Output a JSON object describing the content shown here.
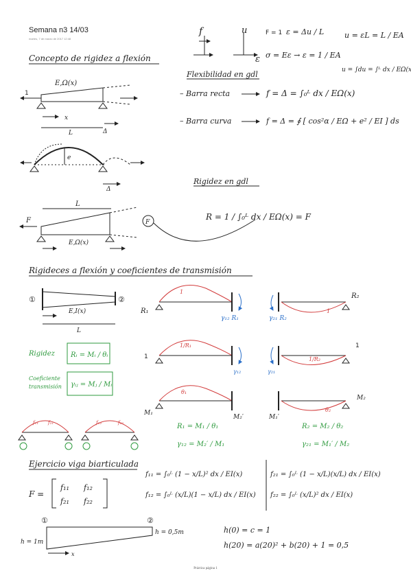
{
  "page": {
    "title": "Semana n3 14/03",
    "date": "martes, 7 de marzo de 2017  12:48",
    "footer": "Práctica página 1"
  },
  "notes": {
    "concepto": "Concepto de rigidez a flexión",
    "flexibilidad": "Flexibilidad en gdl",
    "barra_recta_label": "– Barra recta",
    "barra_recta_formula": "f = Δ = ∫₀ᴸ dx / EΩ(x)",
    "barra_curva_label": "– Barra curva",
    "barra_curva_formula": "f = Δ = ∮ [ cos²α / EΩ + e² / EI ] ds",
    "rigidez_gdl": "Rigidez en gdl",
    "rigidez_formula": "R = 1 / ∫₀ᴸ dx / EΩ(x) = F",
    "rigideces_coef": "Rigideces a flexión y coeficientes de transmisión",
    "rigidez_label": "Rigidez",
    "rigidez_def": "Rᵢ = Mᵢ / θᵢ",
    "coef_label_1": "Coeficiente",
    "coef_label_2": "transmisión",
    "coef_def": "γᵢⱼ = Mⱼ / Mᵢ",
    "r1_formula": "R₁ = M₁ / θ₁",
    "g12_formula": "γ₁₂ = M₂′ / M₁",
    "r2_formula": "R₂ = M₂ / θ₂",
    "g21_formula": "γ₂₁ = M₁′ / M₂",
    "ejercicio": "Ejercicio viga biarticulada",
    "F_matrix_lhs": "F =",
    "f11": "f₁₁",
    "f12": "f₁₂",
    "f21": "f₂₁",
    "f22": "f₂₂",
    "f11_eq": "f₁₁ = ∫₀ᴸ (1 − x/L)² dx / EI(x)",
    "f12_eq": "f₁₂ = ∫₀ᴸ (x/L)(1 − x/L) dx / EI(x)",
    "f21_eq": "f₂₁ = ∫₀ᴸ (1 − x/L)(x/L) dx / EI(x)",
    "f22_eq": "f₂₂ = ∫₀ᴸ (x/L)² dx / EI(x)",
    "h_left": "h = 1m",
    "h_right": "h = 0,5m",
    "h0_eq": "h(0) = c = 1",
    "h20_eq": "h(20) = a(20)² + b(20) + 1 = 0,5",
    "top_formula_1": "F = 1",
    "top_formula_2": "ε = Δu / L",
    "top_formula_3": "u = εL = L / EA",
    "top_formula_4": "σ = Eε → ε = 1 / EA",
    "top_formula_5": "u = ∫du = ∫ᴸ dx / EΩ(x)",
    "beam_label_1": "E,Ω(x)",
    "beam_label_2": "E,Ω(x)",
    "beam_label_3": "E,I(x)",
    "label_L": "L",
    "label_x": "x",
    "label_e": "e",
    "label_delta": "Δ",
    "label_one": "1",
    "label_F": "F",
    "node_1": "①",
    "node_2": "②",
    "R1": "R₁",
    "R2": "R₂",
    "g12R1": "γ₁₂ R₁",
    "g21R2": "γ₂₁ R₂",
    "M1": "M₁",
    "M2": "M₂",
    "M1p": "M₁′",
    "M2p": "M₂′",
    "theta1": "θ₁",
    "theta2": "θ₂",
    "R1_red": "1/R₁",
    "R2_red": "1/R₂",
    "g12": "γ₁₂",
    "g21": "γ₂₁",
    "f11_red": "f₁₁",
    "f21_red": "f₂₁",
    "f12_red": "f₁₂",
    "f22_red": "f₂₂"
  }
}
